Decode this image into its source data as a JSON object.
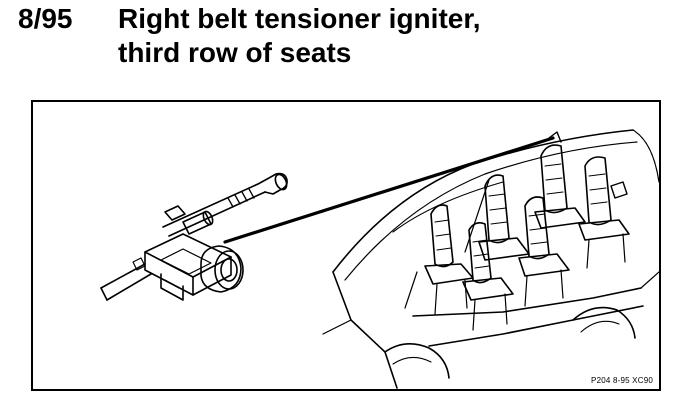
{
  "heading": {
    "code": "8/95",
    "title_line1": "Right belt tensioner igniter,",
    "title_line2": "third row of seats"
  },
  "figure": {
    "reference": "P204 8-95 XC90"
  }
}
